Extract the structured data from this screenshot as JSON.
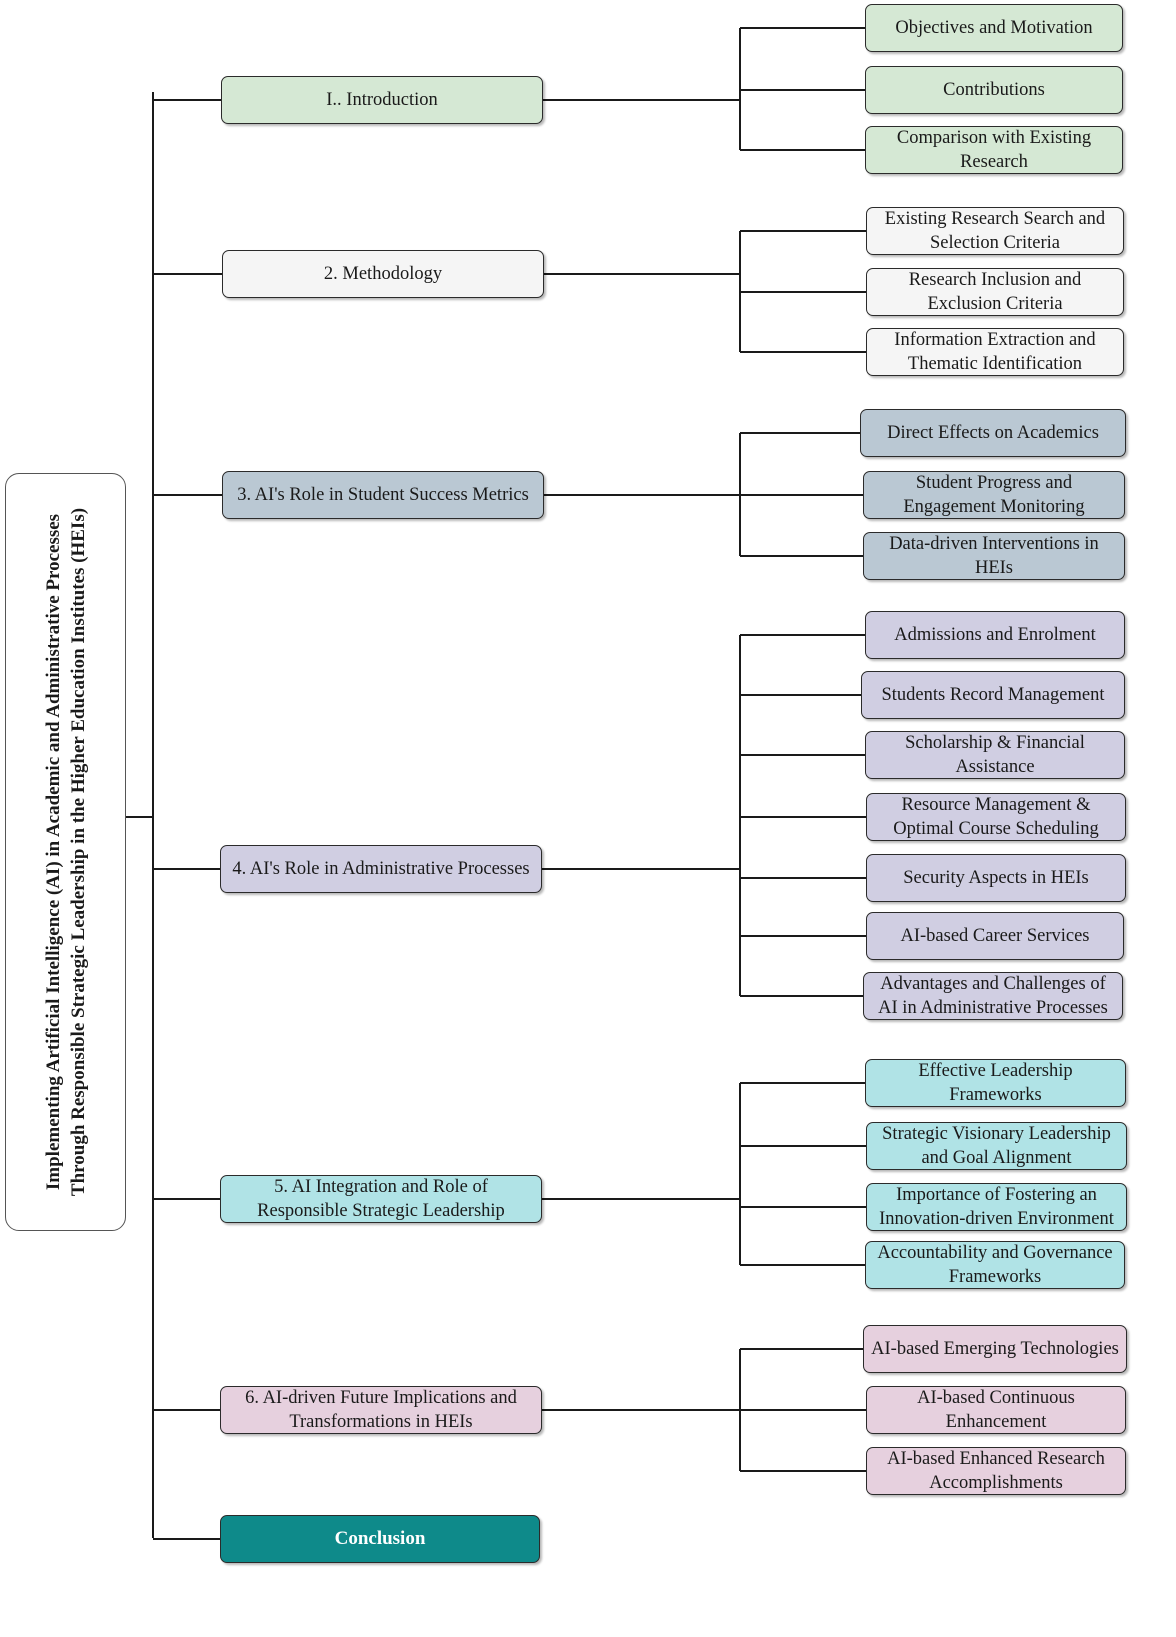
{
  "root": {
    "title": "Implementing Artificial Intelligence (AI) in Academic and Administrative Processes Through Responsible Strategic Leadership in the Higher Education Institutes (HEIs)"
  },
  "sections": [
    {
      "label": "I.. Introduction",
      "color": "#d5e8d4",
      "children": [
        "Objectives and Motivation",
        "Contributions",
        "Comparison with Existing Research"
      ]
    },
    {
      "label": "2. Methodology",
      "color": "#f5f5f5",
      "children": [
        "Existing Research Search and Selection Criteria",
        "Research Inclusion and Exclusion Criteria",
        "Information Extraction and Thematic Identification"
      ]
    },
    {
      "label": "3. AI's Role in Student Success Metrics",
      "color": "#bac8d3",
      "children": [
        "Direct Effects on Academics",
        "Student Progress and Engagement Monitoring",
        "Data-driven Interventions in HEIs"
      ]
    },
    {
      "label": "4. AI's Role in Administrative Processes",
      "color": "#d0cee2",
      "children": [
        "Admissions and Enrolment",
        "Students Record Management",
        "Scholarship & Financial Assistance",
        "Resource Management & Optimal Course Scheduling",
        "Security Aspects in HEIs",
        "AI-based Career Services",
        "Advantages and Challenges of AI in Administrative Processes"
      ]
    },
    {
      "label": "5. AI Integration and Role of Responsible Strategic Leadership",
      "color": "#b0e3e6",
      "children": [
        "Effective Leadership Frameworks",
        "Strategic Visionary Leadership and Goal Alignment",
        "Importance of Fostering an Innovation-driven Environment",
        "Accountability and Governance Frameworks"
      ]
    },
    {
      "label": "6. AI-driven Future Implications and Transformations in HEIs",
      "color": "#e6d0de",
      "children": [
        "AI-based Emerging Technologies",
        "AI-based Continuous Enhancement",
        "AI-based Enhanced Research Accomplishments"
      ]
    }
  ],
  "conclusion": {
    "label": "Conclusion",
    "color": "#0e8a8a"
  }
}
